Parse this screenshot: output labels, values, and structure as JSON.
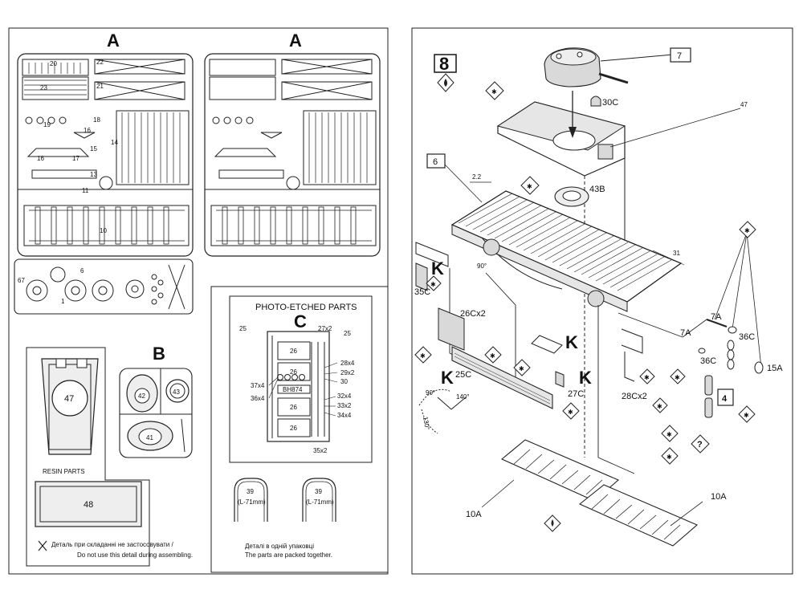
{
  "left_sheet": {
    "sprue_a_left_title": "A",
    "sprue_a_right_title": "A",
    "sprue_b_title": "B",
    "resin_label": "RESIN PARTS",
    "resin_part_47": "47",
    "resin_part_48": "48",
    "b_part_42": "42",
    "b_part_43": "43",
    "b_part_41": "41",
    "pe_title": "PHOTO-ETCHED PARTS",
    "pe_letter": "C",
    "pe_parts": {
      "p25a": "25",
      "p25b": "25",
      "p27": "27x2",
      "p26a": "26",
      "p26b": "26",
      "p26c": "26",
      "p26d": "26",
      "p28": "28x4",
      "p29": "29x2",
      "p30": "30",
      "p37": "37x4",
      "p36": "36x4",
      "p32": "32x4",
      "p33": "33x2",
      "p34": "34x4",
      "p35": "35x2",
      "plate": "ВН874"
    },
    "part39_left_num": "39",
    "part39_left_len": "(L-71mm)",
    "part39_right_num": "39",
    "part39_right_len": "(L-71mm)",
    "legend_ua": "Деталь при складанні не застосовувати /",
    "legend_en": "Do not use this detail during assembling.",
    "packed_ua": "Деталі в одній упаковці",
    "packed_en": "The parts are packed together.",
    "sprue_numbers": [
      "20",
      "22",
      "23",
      "21",
      "18",
      "19",
      "16",
      "16",
      "15",
      "17",
      "14",
      "13",
      "11",
      "10",
      "6",
      "1",
      "67"
    ]
  },
  "right_sheet": {
    "step": "8",
    "callouts": {
      "c7": "7",
      "c30c": "30C",
      "c47": "47",
      "c6": "6",
      "c43b": "43B",
      "c2_2": "2.2",
      "c31": "31",
      "c90": "90°",
      "c35c": "35C",
      "c26c": "26Cx2",
      "c7a_1": "7A",
      "c7a_2": "7A",
      "c36c_1": "36C",
      "c36c_2": "36C",
      "c15a": "15A",
      "c25c": "25C",
      "c27c": "27C",
      "c28c": "28Cx2",
      "c4": "4",
      "c140": "140°",
      "c130": "130°",
      "c90b": "90°",
      "c10a_left": "10A",
      "c10a_right": "10A",
      "k1": "K",
      "k2": "K",
      "k3": "K",
      "k4": "K"
    }
  },
  "colors": {
    "line": "#1a1a1a",
    "paper": "#ffffff",
    "gray_fill": "#d9d9d9",
    "light_fill": "#eeeeee"
  }
}
